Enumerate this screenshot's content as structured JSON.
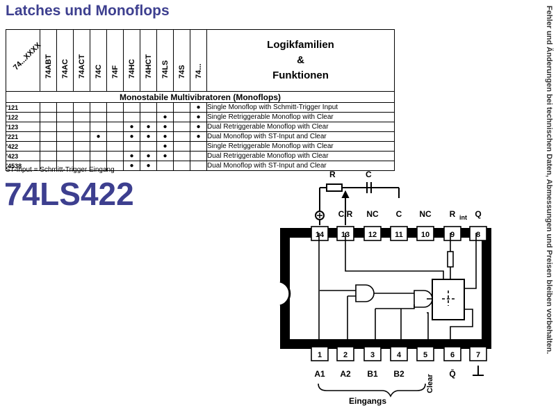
{
  "title": "Latches und Monoflops",
  "side_note": "Fehler und Änderungen bei technischen Daten, Abmessungen und Preisen bleiben vorbehalten.",
  "table": {
    "corner": "74...XXXX",
    "families": [
      "74ABT",
      "74AC",
      "74ACT",
      "74C",
      "74F",
      "74HC",
      "74HCT",
      "74LS",
      "74S",
      "74..."
    ],
    "logik_line1": "Logikfamilien",
    "logik_line2": "&",
    "logik_line3": "Funktionen",
    "section": "Monostabile Multivibratoren (Monoflops)",
    "rows": [
      {
        "type": "'121",
        "marks": [
          false,
          false,
          false,
          false,
          false,
          false,
          false,
          false,
          false,
          true
        ],
        "func": "Single Monoflop with Schmitt-Trigger Input"
      },
      {
        "type": "'122",
        "marks": [
          false,
          false,
          false,
          false,
          false,
          false,
          false,
          true,
          false,
          true
        ],
        "func": "Single Retriggerable Monoflop with Clear"
      },
      {
        "type": "'123",
        "marks": [
          false,
          false,
          false,
          false,
          false,
          true,
          true,
          true,
          false,
          true
        ],
        "func": "Dual Retriggerable Monoflop with Clear"
      },
      {
        "type": "'221",
        "marks": [
          false,
          false,
          false,
          true,
          false,
          true,
          true,
          true,
          false,
          true
        ],
        "func": "Dual Monoflop with ST-Input and Clear"
      },
      {
        "type": "'422",
        "marks": [
          false,
          false,
          false,
          false,
          false,
          false,
          false,
          true,
          false,
          false
        ],
        "func": "Single Retriggerable Monoflop with Clear"
      },
      {
        "type": "'423",
        "marks": [
          false,
          false,
          false,
          false,
          false,
          true,
          true,
          true,
          false,
          false
        ],
        "func": "Dual Retriggerable Monoflop with Clear"
      },
      {
        "type": "'4538",
        "marks": [
          false,
          false,
          false,
          false,
          false,
          true,
          true,
          false,
          false,
          false
        ],
        "func": "Dual Monoflop with ST-Input and Clear"
      }
    ]
  },
  "footnote": "ST-Input = Schmitt-Trigger Eingang",
  "part_number": "74LS422",
  "diagram": {
    "top_pins": [
      {
        "num": "14",
        "label": "⊕"
      },
      {
        "num": "13",
        "label": "C/R"
      },
      {
        "num": "12",
        "label": "NC"
      },
      {
        "num": "11",
        "label": "C"
      },
      {
        "num": "10",
        "label": "NC"
      },
      {
        "num": "9",
        "label": "R"
      },
      {
        "num": "8",
        "label": "Q"
      }
    ],
    "rint_sub": "int",
    "bottom_pins": [
      {
        "num": "1",
        "label": "A1"
      },
      {
        "num": "2",
        "label": "A2"
      },
      {
        "num": "3",
        "label": "B1"
      },
      {
        "num": "4",
        "label": "B2"
      },
      {
        "num": "5",
        "label": "Clear"
      },
      {
        "num": "6",
        "label": "Q̄"
      },
      {
        "num": "7",
        "label": "⊥"
      }
    ],
    "r_label": "R",
    "c_label": "C",
    "inputs_label": "Eingangs"
  }
}
